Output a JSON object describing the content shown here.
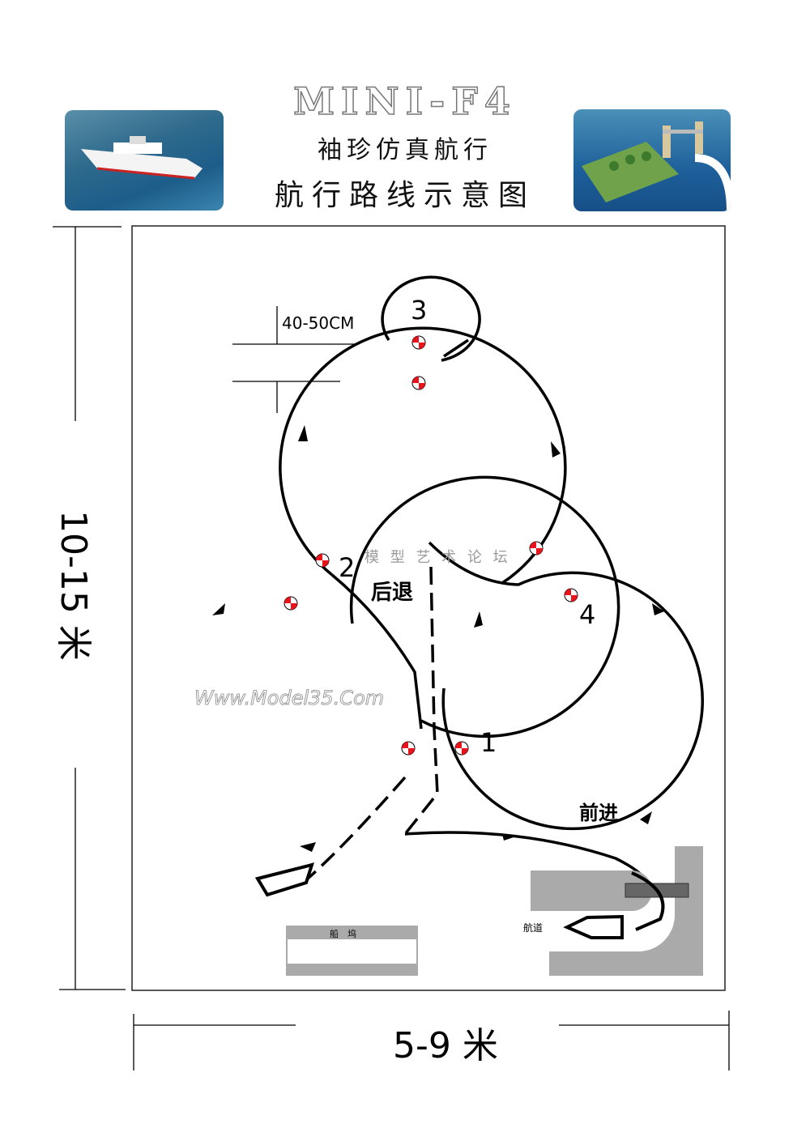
{
  "header": {
    "title": "MINI-F4",
    "subtitle": "袖珍仿真航行",
    "heading": "航行路线示意图"
  },
  "photos": [
    {
      "name": "cruise-ship-photo"
    },
    {
      "name": "tower-bridge-model-photo"
    }
  ],
  "diagram": {
    "gap_label": "40-50CM",
    "points": [
      "3",
      "2",
      "4",
      "1"
    ],
    "reverse_label": "后退",
    "forward_label": "前进",
    "dock_label": "船　坞",
    "channel_label": "航道",
    "height_label": "10-15 米",
    "width_label": "5-9 米",
    "watermark_cn": "模 型 艺 术 论 坛",
    "watermark_en": "Www.Model35.Com"
  },
  "colors": {
    "buoy": "#e8141c",
    "line": "#000000",
    "dock": "#aaaaaa",
    "bridge": "#666666"
  }
}
